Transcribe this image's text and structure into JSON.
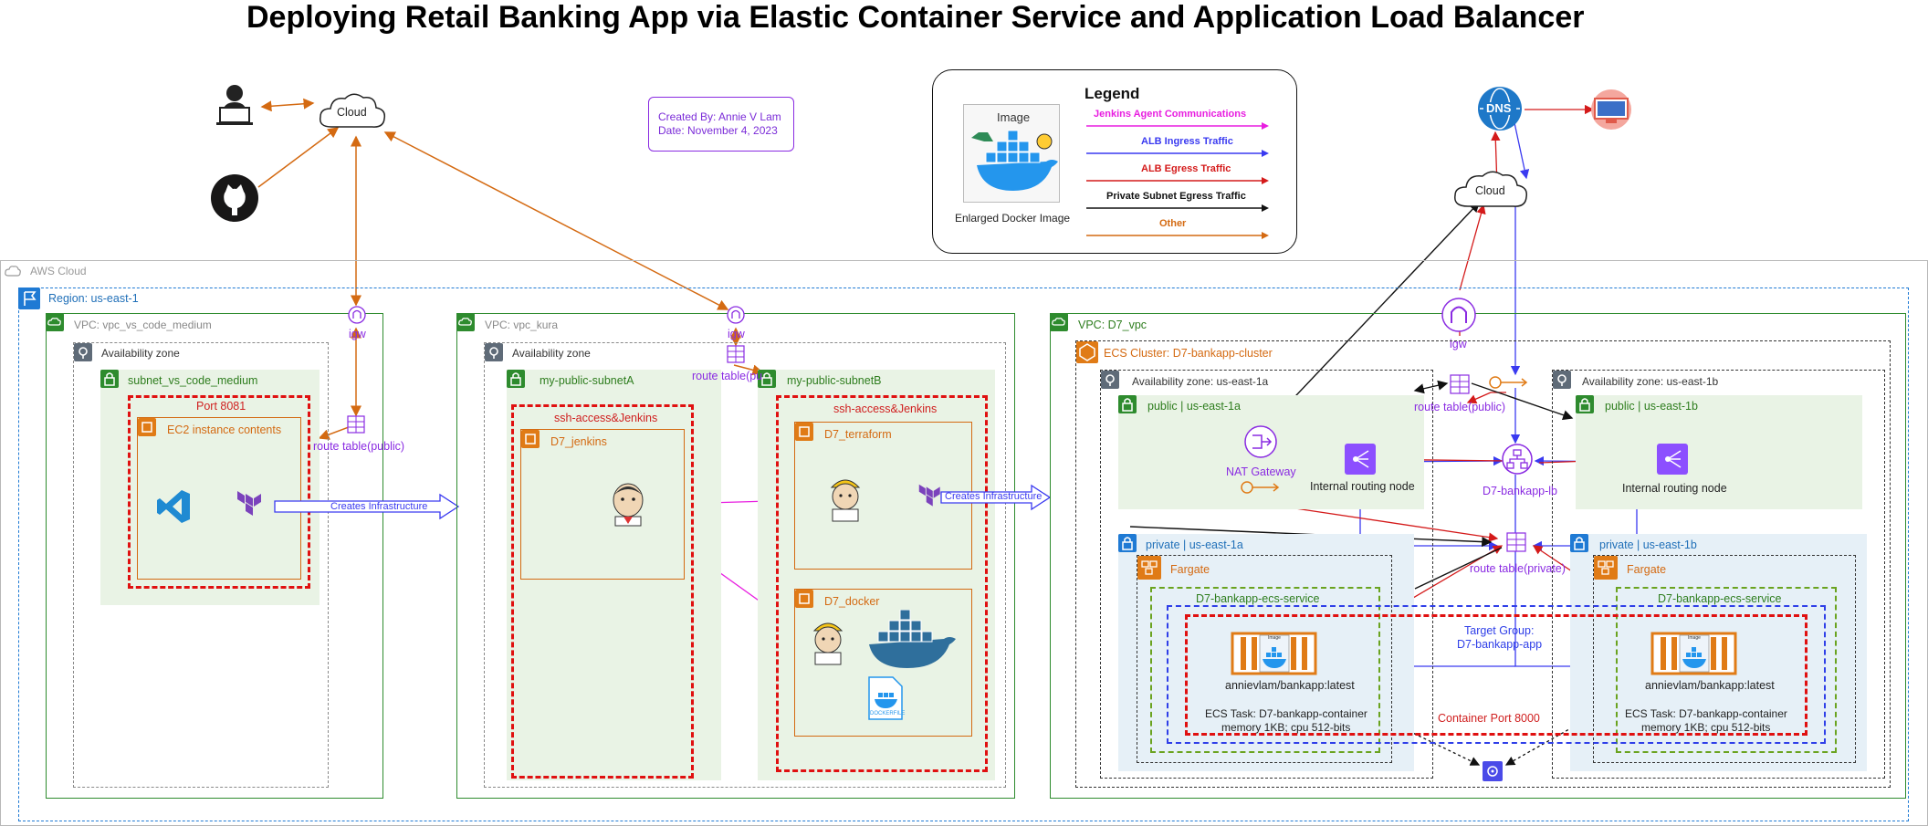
{
  "title": "Deploying Retail Banking App via Elastic Container Service and Application Load Balancer",
  "credit": {
    "line1": "Created By:  Annie V Lam",
    "line2": "Date:  November 4, 2023"
  },
  "legend": {
    "heading": "Legend",
    "image_caption": "Enlarged Docker Image",
    "image_label": "Image",
    "items": [
      {
        "label": "Jenkins Agent Communications",
        "color": "#e81ee0"
      },
      {
        "label": "ALB Ingress Traffic",
        "color": "#3a3af0"
      },
      {
        "label": "ALB Egress Traffic",
        "color": "#d41a1a"
      },
      {
        "label": "Private Subnet Egress Traffic",
        "color": "#111111"
      },
      {
        "label": "Other",
        "color": "#d46a12"
      }
    ]
  },
  "colors": {
    "orange": "#d46a12",
    "magenta": "#e81ee0",
    "blue": "#3a3af0",
    "red": "#d41a1a",
    "black": "#111111",
    "green_border": "#2e8b2e"
  },
  "top": {
    "cloud_left": "Cloud",
    "cloud_right": "Cloud",
    "dns": "DNS"
  },
  "aws_cloud": "AWS Cloud",
  "region": "Region:  us-east-1",
  "vpc1": {
    "label": "VPC:  vpc_vs_code_medium",
    "az": "Availability zone",
    "subnet": "subnet_vs_code_medium",
    "port": "Port 8081",
    "ec2": "EC2 instance contents",
    "igw": "igw",
    "route": "route table(public)",
    "creates": "Creates Infrastructure"
  },
  "vpc2": {
    "label": "VPC:  vpc_kura",
    "az": "Availability zone",
    "subnetA": "my-public-subnetA",
    "subnetB": "my-public-subnetB",
    "ssh1": "ssh-access&Jenkins",
    "ssh2": "ssh-access&Jenkins",
    "jenkins": "D7_jenkins",
    "terraform": "D7_terraform",
    "docker": "D7_docker",
    "igw": "igw",
    "route": "route table(pu",
    "creates": "Creates Infrastructure",
    "dockerfile": "DOCKERFILE"
  },
  "vpc3": {
    "label": "VPC:  D7_vpc",
    "cluster": "ECS Cluster: D7-bankapp-cluster",
    "az1": "Availability zone:  us-east-1a",
    "az2": "Availability zone:  us-east-1b",
    "pub1": "public | us-east-1a",
    "pub2": "public | us-east-1b",
    "priv1": "private | us-east-1a",
    "priv2": "private | us-east-1b",
    "nat": "NAT Gateway",
    "irn1": "Internal routing node",
    "irn2": "Internal routing node",
    "alb": "D7-bankapp-lb",
    "igw": "igw",
    "route_pub": "route table(public)",
    "route_priv": "route table(private)",
    "fargate1": "Fargate",
    "fargate2": "Fargate",
    "svc1": "D7-bankapp-ecs-service",
    "svc2": "D7-bankapp-ecs-service",
    "tg_line1": "Target Group:",
    "tg_line2": "D7-bankapp-app",
    "container_port": "Container Port 8000",
    "image1": "annievlam/bankapp:latest",
    "image2": "annievlam/bankapp:latest",
    "task1_line1": "ECS Task:  D7-bankapp-container",
    "task1_line2": "memory 1KB; cpu 512-bits",
    "task2_line1": "ECS Task:  D7-bankapp-container",
    "task2_line2": "memory 1KB; cpu 512-bits",
    "mini_image": "Image"
  }
}
